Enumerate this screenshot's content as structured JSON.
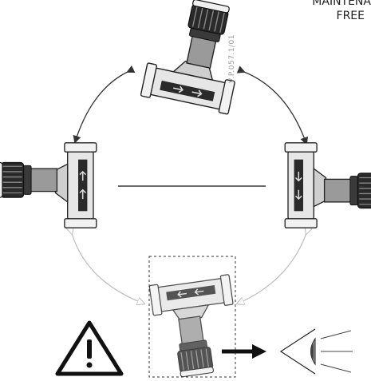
{
  "caption": {
    "line1": "MAINTENA",
    "line2": "FREE"
  },
  "reference_code": "V.P.057.1/01",
  "valve_positions": [
    {
      "name": "top",
      "status": "allowed"
    },
    {
      "name": "left",
      "status": "allowed"
    },
    {
      "name": "right",
      "status": "allowed"
    },
    {
      "name": "bottom",
      "status": "warning"
    }
  ],
  "icons": [
    "valve-icon",
    "warning-triangle-icon",
    "arrow-right-icon",
    "eye-icon"
  ],
  "colors": {
    "ink": "#111111",
    "dark_arrow": "#333333",
    "light_arrow": "#bbbbbb",
    "valve_dark": "#2a2a2a",
    "valve_mid": "#8a8a8a",
    "valve_light": "#e6e6e6"
  }
}
